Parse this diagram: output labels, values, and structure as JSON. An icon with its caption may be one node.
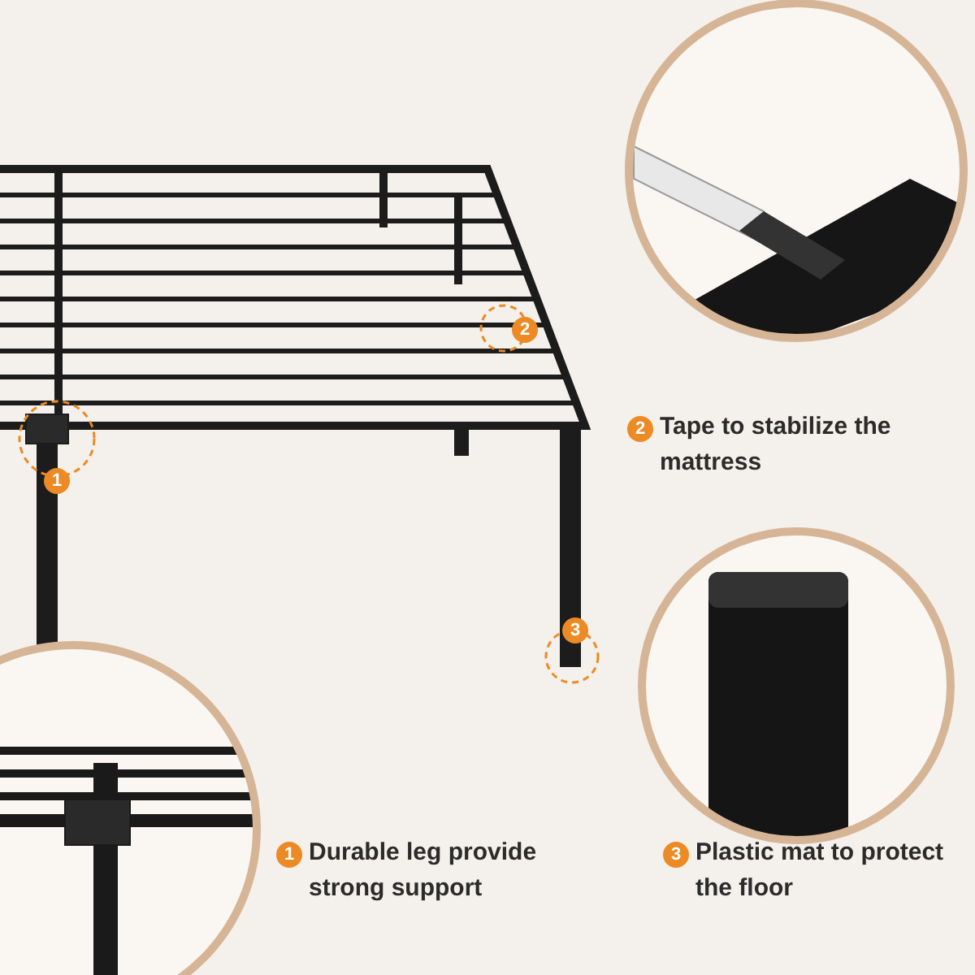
{
  "diagram": {
    "labels": [
      "2",
      "2",
      "Tape to stabilize the mattress",
      "1",
      "3",
      "1",
      "Durable leg provide strong support",
      "3",
      "Plastic mat to protect the floor"
    ]
  }
}
